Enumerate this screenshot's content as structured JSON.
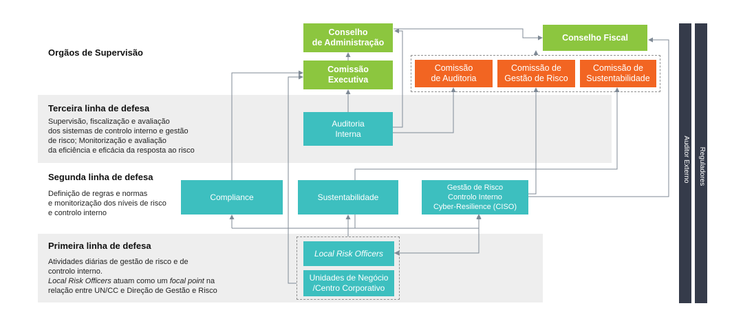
{
  "sections": {
    "supervision": {
      "title": "Orgãos de Supervisão"
    },
    "third": {
      "title": "Terceira linha de defesa",
      "lines": [
        "Supervisão, fiscalização e avaliação",
        "dos sistemas de controlo interno e gestão",
        "de risco; Monitorização e avaliação",
        "da eficiência e eficácia da resposta ao risco"
      ]
    },
    "second": {
      "title": "Segunda linha de defesa",
      "lines": [
        "Definição de regras e normas",
        "e monitorização dos níveis de risco",
        "e controlo interno"
      ]
    },
    "first": {
      "title": "Primeira linha de defesa",
      "line1": "Atividades diárias de gestão de risco e de",
      "line2": "controlo interno.",
      "line3_em": "Local Risk Officers",
      "line3_a": " atuam como um ",
      "line3_em2": "focal point",
      "line3_b": " na",
      "line4": "relação entre UN/CC e Direção de Gestão e Risco"
    }
  },
  "boxes": {
    "conselho_admin": [
      "Conselho",
      "de Administração"
    ],
    "comissao_executiva": [
      "Comissão",
      "Executiva"
    ],
    "conselho_fiscal": "Conselho Fiscal",
    "comissao_auditoria": [
      "Comissão",
      "de Auditoria"
    ],
    "comissao_gestao_risco": [
      "Comissão de",
      "Gestão de Risco"
    ],
    "comissao_sustentabilidade": [
      "Comissão de",
      "Sustentabilidade"
    ],
    "auditoria_interna": [
      "Auditoria",
      "Interna"
    ],
    "compliance": "Compliance",
    "sustentabilidade": "Sustentabilidade",
    "gestao_risco": [
      "Gestão de Risco",
      "Controlo Interno",
      "Cyber-Resilience (CISO)"
    ],
    "local_risk_officers": "Local Risk Officers",
    "unidades_negocio": [
      "Unidades de Negócio",
      "/Centro Corporativo"
    ]
  },
  "side_bars": {
    "auditor_externo": "Auditor Externo",
    "reguladores": "Reguladores"
  },
  "colors": {
    "green": "#8cc63f",
    "orange": "#f26522",
    "teal": "#3dbfbf",
    "band": "#eeeeee",
    "side_bar": "#353b4a",
    "connector": "#7f8a96"
  }
}
